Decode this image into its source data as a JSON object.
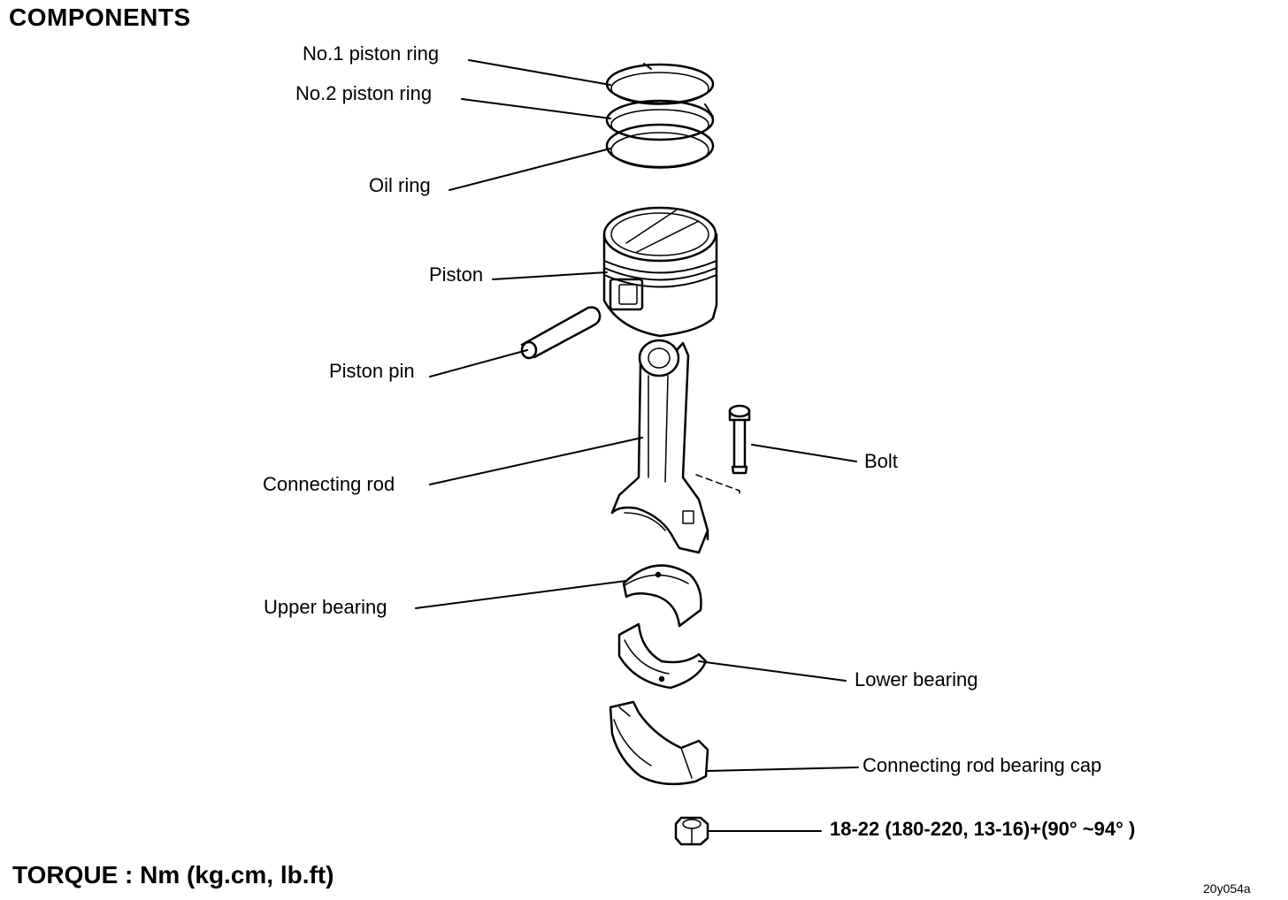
{
  "title": "COMPONENTS",
  "labels": {
    "no1_ring": "No.1 piston ring",
    "no2_ring": "No.2 piston ring",
    "oil_ring": "Oil ring",
    "piston": "Piston",
    "piston_pin": "Piston pin",
    "connecting_rod": "Connecting rod",
    "bolt": "Bolt",
    "upper_bearing": "Upper bearing",
    "lower_bearing": "Lower bearing",
    "bearing_cap": "Connecting rod bearing cap"
  },
  "torque_value": "18-22 (180-220, 13-16)+(90° ~94° )",
  "torque_unit": "TORQUE : Nm (kg.cm, lb.ft)",
  "figure_code": "20y054a"
}
